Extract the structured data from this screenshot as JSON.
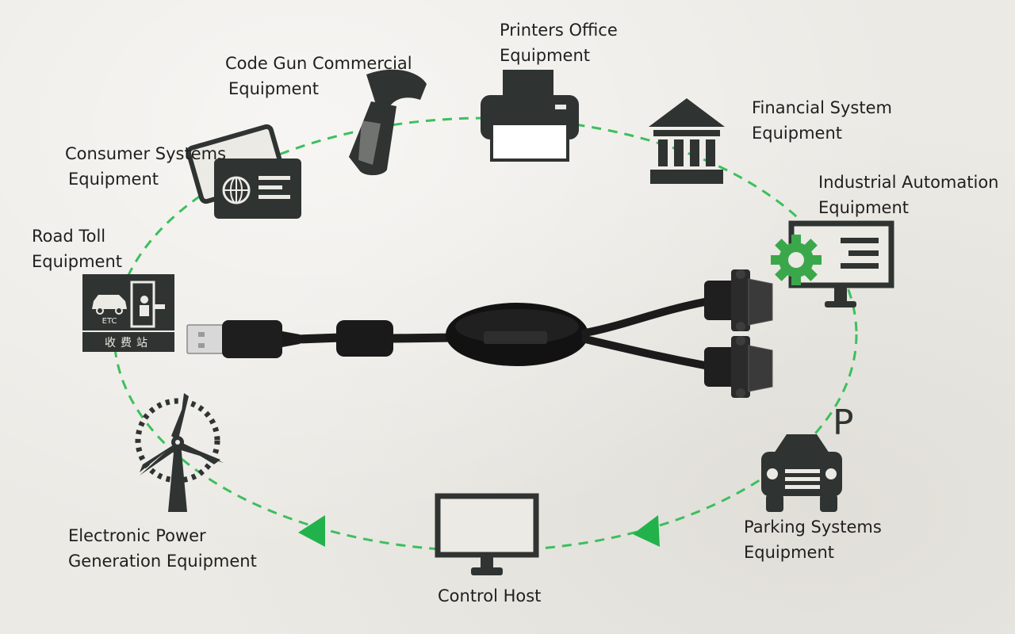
{
  "labels": {
    "printers": {
      "line1": "Printers Office",
      "line2": "Equipment"
    },
    "code_gun": {
      "line1": "Code Gun Commercial",
      "line2": "Equipment"
    },
    "financial": {
      "line1": "Financial System",
      "line2": "Equipment"
    },
    "consumer": {
      "line1": "Consumer Systems",
      "line2": "Equipment"
    },
    "industrial": {
      "line1": "Industrial Automation",
      "line2": "Equipment"
    },
    "road_toll": {
      "line1": "Road Toll",
      "line2": "Equipment"
    },
    "power": {
      "line1": "Electronic Power",
      "line2": "Generation Equipment"
    },
    "control_host": {
      "line1": "Control Host"
    },
    "parking": {
      "line1": "Parking Systems",
      "line2": "Equipment"
    }
  },
  "parking_sign": "P",
  "icons": [
    "printer-icon",
    "barcode-scanner-icon",
    "bank-icon",
    "card-icon",
    "gear-monitor-icon",
    "toll-booth-icon",
    "wind-turbine-icon",
    "monitor-icon",
    "car-icon",
    "usb-to-dual-serial-cable"
  ],
  "colors": {
    "loop": "#3cbf5e",
    "icon": "#2f3432",
    "gear": "#3aa84a"
  }
}
